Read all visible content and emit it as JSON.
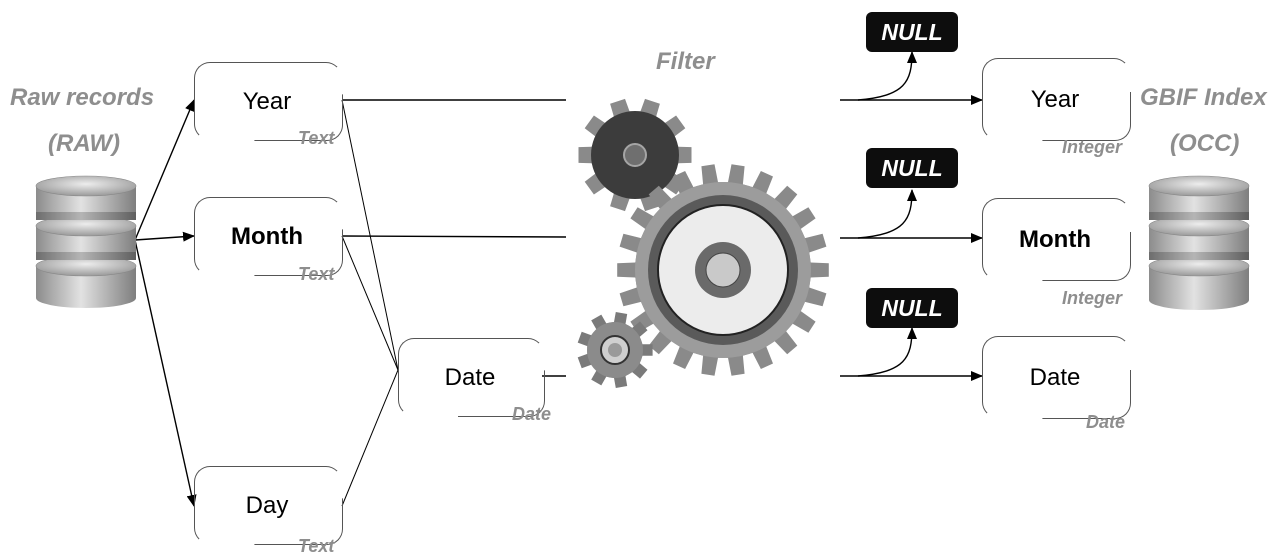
{
  "raw": {
    "title_line1": "Raw records",
    "title_line2": "(RAW)"
  },
  "occ": {
    "title_line1": "GBIF Index",
    "title_line2": "(OCC)"
  },
  "filter": {
    "label": "Filter"
  },
  "null_label": "NULL",
  "source_fields": [
    {
      "name": "Year",
      "type": "Text"
    },
    {
      "name": "Month",
      "type": "Text"
    },
    {
      "name": "Date",
      "type": "Date"
    },
    {
      "name": "Day",
      "type": "Text"
    }
  ],
  "target_fields": [
    {
      "name": "Year",
      "type": "Integer"
    },
    {
      "name": "Month",
      "type": "Integer"
    },
    {
      "name": "Date",
      "type": "Date"
    }
  ],
  "colors": {
    "label_gray": "#8e8e8e",
    "null_bg": "#0d0d0d",
    "gear_gray": "#8a8a8a",
    "gear_dark": "#3c3c3c"
  }
}
